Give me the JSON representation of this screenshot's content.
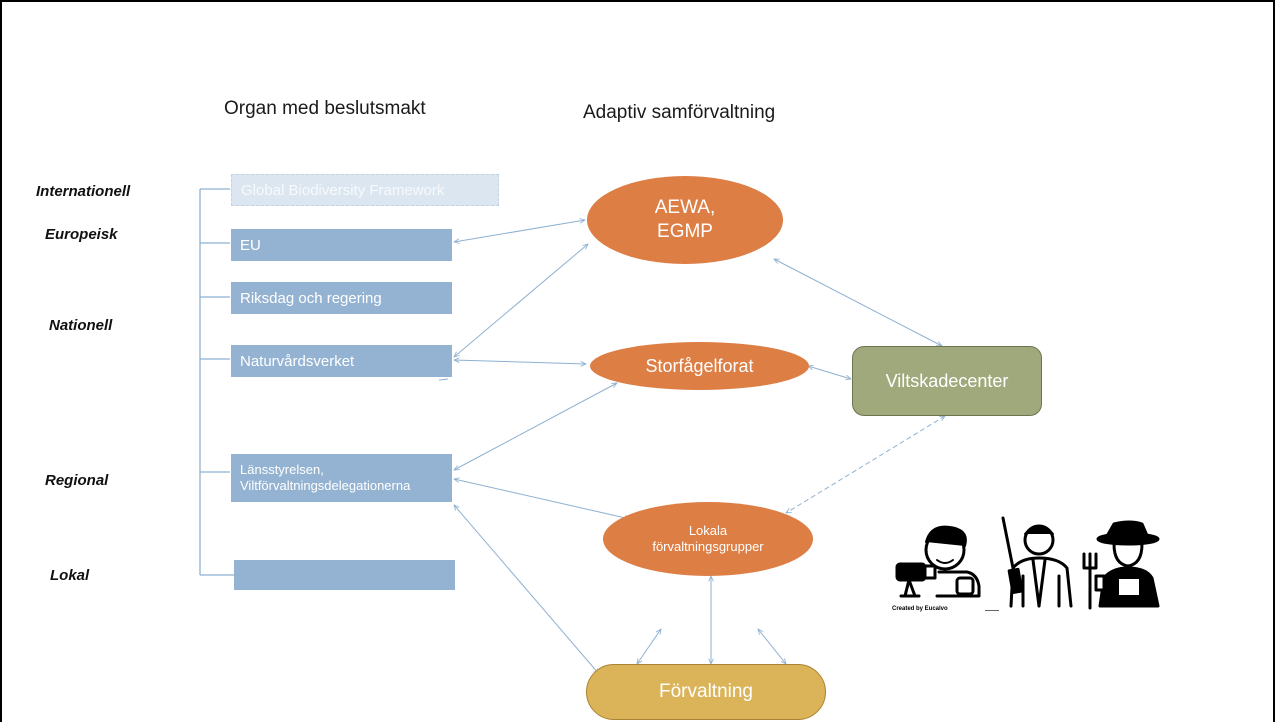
{
  "headings": {
    "left": "Organ med beslutsmakt",
    "right": "Adaptiv samförvaltning"
  },
  "levels": {
    "international": "Internationell",
    "european": "Europeisk",
    "national": "Nationell",
    "regional": "Regional",
    "local": "Lokal"
  },
  "authorities": {
    "gbf": "Global Biodiversity Framework",
    "eu": "EU",
    "riksdag": "Riksdag och regering",
    "naturvard": "Naturvårdsverket",
    "lansstyrelsen_line1": "Länsstyrelsen,",
    "lansstyrelsen_line2": "Viltförvaltningsdelegationerna",
    "lokal": ""
  },
  "comanagement": {
    "aewa_line1": "AEWA,",
    "aewa_line2": "EGMP",
    "storfagelforat": "Storfågelforat",
    "lokala_line1": "Lokala",
    "lokala_line2": "förvaltningsgrupper",
    "viltskadecenter": "Viltskadecenter",
    "forvaltning": "Förvaltning"
  },
  "icons": {
    "names": [
      "birdwatcher-icon",
      "hunter-icon",
      "farmer-icon"
    ],
    "credit": "Created by Eucalvo"
  },
  "colors": {
    "authority_box": "#94b3d2",
    "ellipse": "#dd7e45",
    "viltskadecenter": "#a0a97c",
    "forvaltning": "#dbb45a",
    "connector": "#8eb1d1"
  }
}
